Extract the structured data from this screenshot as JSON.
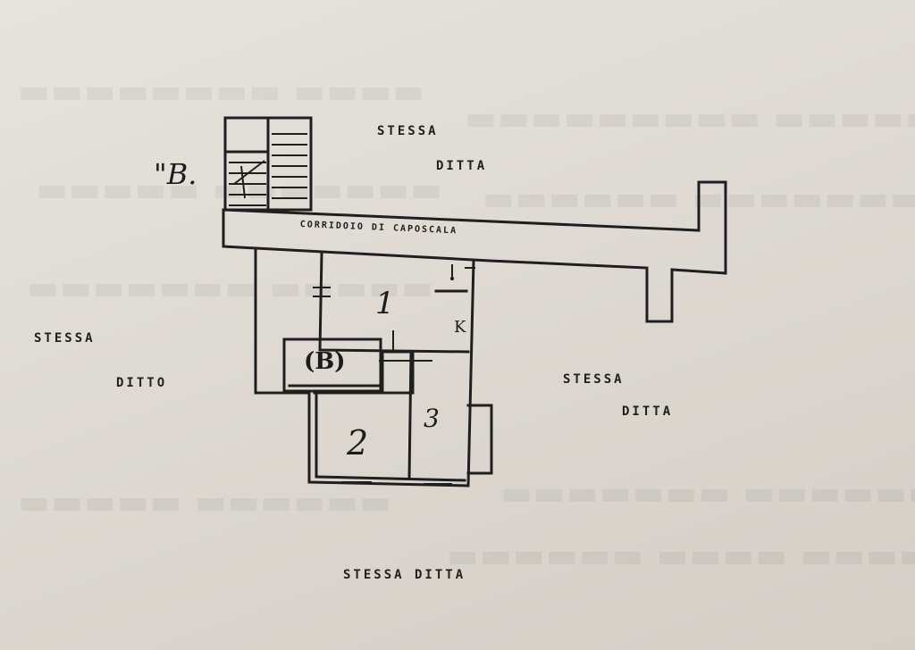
{
  "plan": {
    "stair_label": "\"B.",
    "corridor_label": "CORRIDOIO  DI  CAPOSCALA",
    "neighbors": {
      "top": {
        "line1": "STESSA",
        "line2": "DITTA"
      },
      "left": {
        "line1": "STESSA",
        "line2": "DITTO"
      },
      "right": {
        "line1": "STESSA",
        "line2": "DITTA"
      },
      "bottom": "STESSA DITTA"
    },
    "rooms": {
      "room_1": "1",
      "room_bath": "(B)",
      "room_2": "2",
      "room_3": "3",
      "kitchen": "K"
    }
  }
}
